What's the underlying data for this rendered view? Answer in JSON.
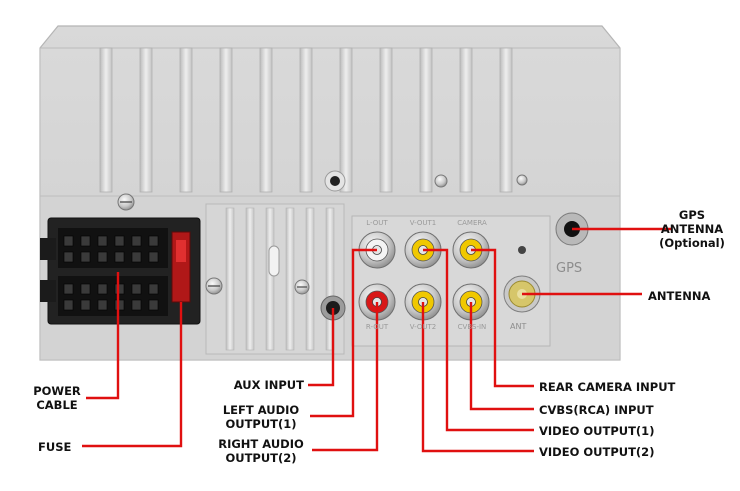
{
  "labels": {
    "gps_antenna": [
      "GPS",
      "ANTENNA",
      "(Optional)"
    ],
    "antenna": "ANTENNA",
    "power_cable": [
      "POWER",
      "CABLE"
    ],
    "fuse": "FUSE",
    "aux_input": "AUX INPUT",
    "left_audio": [
      "LEFT AUDIO",
      "OUTPUT(1)"
    ],
    "right_audio": [
      "RIGHT AUDIO",
      "OUTPUT(2)"
    ],
    "rear_camera": "REAR CAMERA INPUT",
    "cvbs": "CVBS(RCA) INPUT",
    "video_out_1": "VIDEO OUTPUT(1)",
    "video_out_2": "VIDEO OUTPUT(2)"
  },
  "panel_markings": {
    "gps": "GPS",
    "ant": "ANT",
    "top_row": [
      "L-OUT",
      "V-OUT1",
      "CAMERA"
    ],
    "bottom_row": [
      "R-OUT",
      "V-OUT2",
      "CVBS-IN"
    ]
  },
  "colors": {
    "callout_line": "#e01010",
    "rca_white": "#f4f4f4",
    "rca_red": "#d81818",
    "rca_yellow": "#f0c800"
  }
}
